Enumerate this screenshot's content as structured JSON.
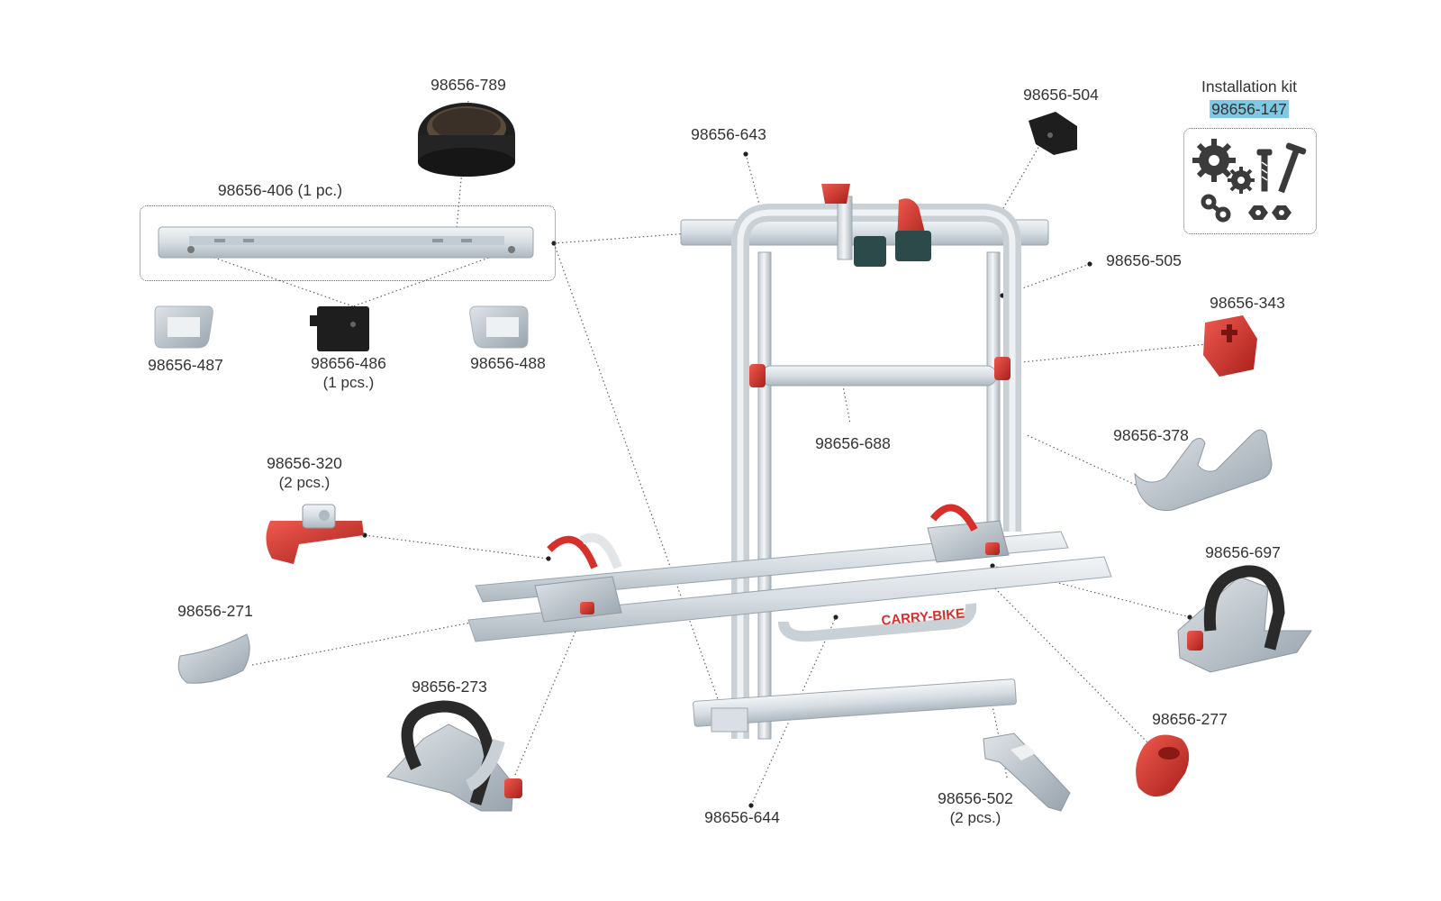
{
  "kit": {
    "title": "Installation kit",
    "part": "98656-147",
    "highlight": "#7ec8e3"
  },
  "parts": {
    "p789": "98656-789",
    "p406": "98656-406 (1 pc.)",
    "p643": "98656-643",
    "p504": "98656-504",
    "p505": "98656-505",
    "p343": "98656-343",
    "p487": "98656-487",
    "p486": "98656-486",
    "p486_qty": "(1 pcs.)",
    "p488": "98656-488",
    "p688": "98656-688",
    "p378": "98656-378",
    "p320": "98656-320",
    "p320_qty": "(2 pcs.)",
    "p271": "98656-271",
    "p697": "98656-697",
    "p273": "98656-273",
    "p277": "98656-277",
    "p644": "98656-644",
    "p502": "98656-502",
    "p502_qty": "(2 pcs.)"
  },
  "brand": "CARRY-BIKE",
  "colors": {
    "aluminium": "#d6dde3",
    "grey_part": "#b9c3cb",
    "red_part": "#d5302b",
    "black_part": "#2a2a2a",
    "label": "#333333"
  },
  "icons": [
    "gear-icon",
    "screw-icon",
    "chain-icon",
    "nut-icon"
  ]
}
